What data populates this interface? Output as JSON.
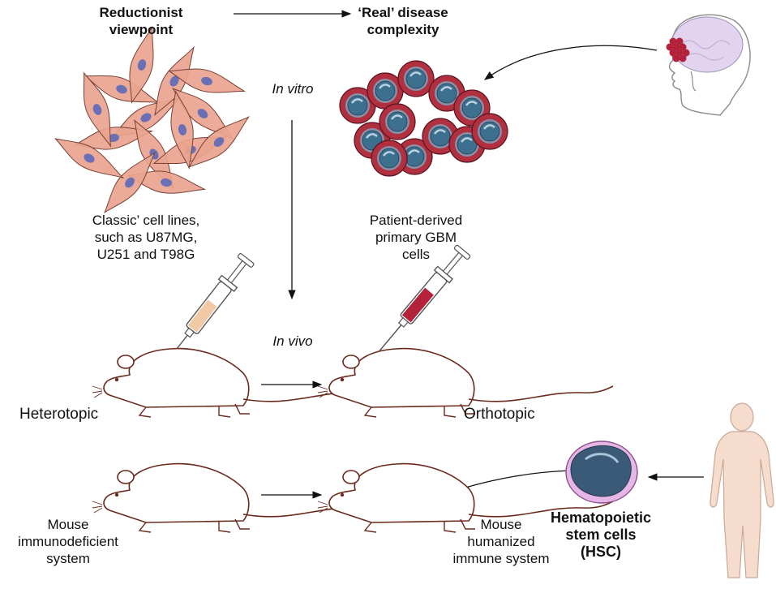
{
  "labels": {
    "reductionist_line1": "Reductionist",
    "reductionist_line2": "viewpoint",
    "real_line1": "‘Real’ disease",
    "real_line2": "complexity",
    "in_vitro": "In vitro",
    "in_vivo": "In vivo",
    "classic_line1": "Classic’ cell lines,",
    "classic_line2": "such as U87MG,",
    "classic_line3": "U251 and T98G",
    "patient_line1": "Patient-derived",
    "patient_line2": "primary GBM",
    "patient_line3": "cells",
    "heterotopic": "Heterotopic",
    "orthotopic": "Orthotopic",
    "mouse_immuno_line1": "Mouse",
    "mouse_immuno_line2": "immunodeficient",
    "mouse_immuno_line3": "system",
    "mouse_human_line1": "Mouse",
    "mouse_human_line2": "humanized",
    "mouse_human_line3": "immune system",
    "hsc_line1": "Hematopoietic",
    "hsc_line2": "stem cells",
    "hsc_line3": "(HSC)"
  },
  "colors": {
    "classic_cell": "#e9a48f",
    "classic_nucleus": "#6b6fb5",
    "gbm_cell": "#b0303f",
    "gbm_nucleus": "#3d6f8e",
    "mouse_outline": "#6b2a1e",
    "syringe_light": "#f2c9a5",
    "syringe_dark": "#b3223a",
    "hsc_membrane": "#e6b6e6",
    "hsc_nucleus": "#3a5a78",
    "skin": "#f6dccd",
    "brain": "#e2d4ee",
    "arrow": "#111111"
  }
}
